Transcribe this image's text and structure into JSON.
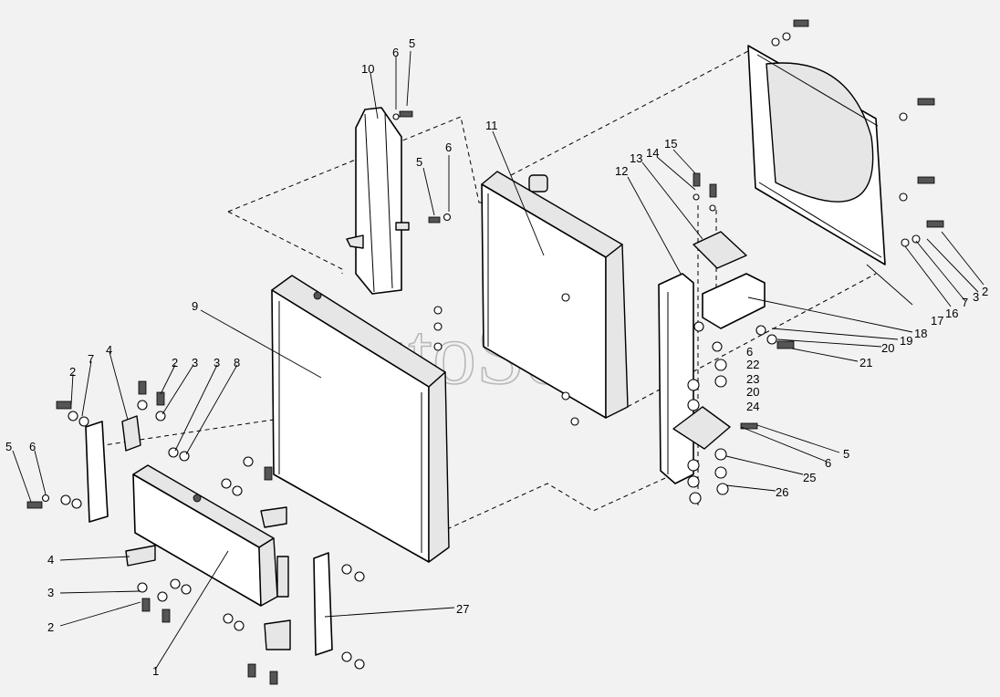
{
  "watermark": "AutoSoft",
  "callouts": [
    {
      "key": "c1",
      "text": "1"
    },
    {
      "key": "c2a",
      "text": "2"
    },
    {
      "key": "c2b",
      "text": "2"
    },
    {
      "key": "c2c",
      "text": "2"
    },
    {
      "key": "c2d",
      "text": "2"
    },
    {
      "key": "c3a",
      "text": "3"
    },
    {
      "key": "c3b",
      "text": "3"
    },
    {
      "key": "c3c",
      "text": "3"
    },
    {
      "key": "c3d",
      "text": "3"
    },
    {
      "key": "c4a",
      "text": "4"
    },
    {
      "key": "c4b",
      "text": "4"
    },
    {
      "key": "c5a",
      "text": "5"
    },
    {
      "key": "c5b",
      "text": "5"
    },
    {
      "key": "c5c",
      "text": "5"
    },
    {
      "key": "c5d",
      "text": "5"
    },
    {
      "key": "c6a",
      "text": "6"
    },
    {
      "key": "c6b",
      "text": "6"
    },
    {
      "key": "c6c",
      "text": "6"
    },
    {
      "key": "c6d",
      "text": "6"
    },
    {
      "key": "c6e",
      "text": "6"
    },
    {
      "key": "c7a",
      "text": "7"
    },
    {
      "key": "c7b",
      "text": "7"
    },
    {
      "key": "c8",
      "text": "8"
    },
    {
      "key": "c9",
      "text": "9"
    },
    {
      "key": "c10",
      "text": "10"
    },
    {
      "key": "c11",
      "text": "11"
    },
    {
      "key": "c12",
      "text": "12"
    },
    {
      "key": "c13",
      "text": "13"
    },
    {
      "key": "c14",
      "text": "14"
    },
    {
      "key": "c15",
      "text": "15"
    },
    {
      "key": "c16",
      "text": "16"
    },
    {
      "key": "c17",
      "text": "17"
    },
    {
      "key": "c18",
      "text": "18"
    },
    {
      "key": "c19",
      "text": "19"
    },
    {
      "key": "c20a",
      "text": "20"
    },
    {
      "key": "c20b",
      "text": "20"
    },
    {
      "key": "c21",
      "text": "21"
    },
    {
      "key": "c22",
      "text": "22"
    },
    {
      "key": "c23",
      "text": "23"
    },
    {
      "key": "c24",
      "text": "24"
    },
    {
      "key": "c25",
      "text": "25"
    },
    {
      "key": "c26",
      "text": "26"
    },
    {
      "key": "c27",
      "text": "27"
    }
  ]
}
